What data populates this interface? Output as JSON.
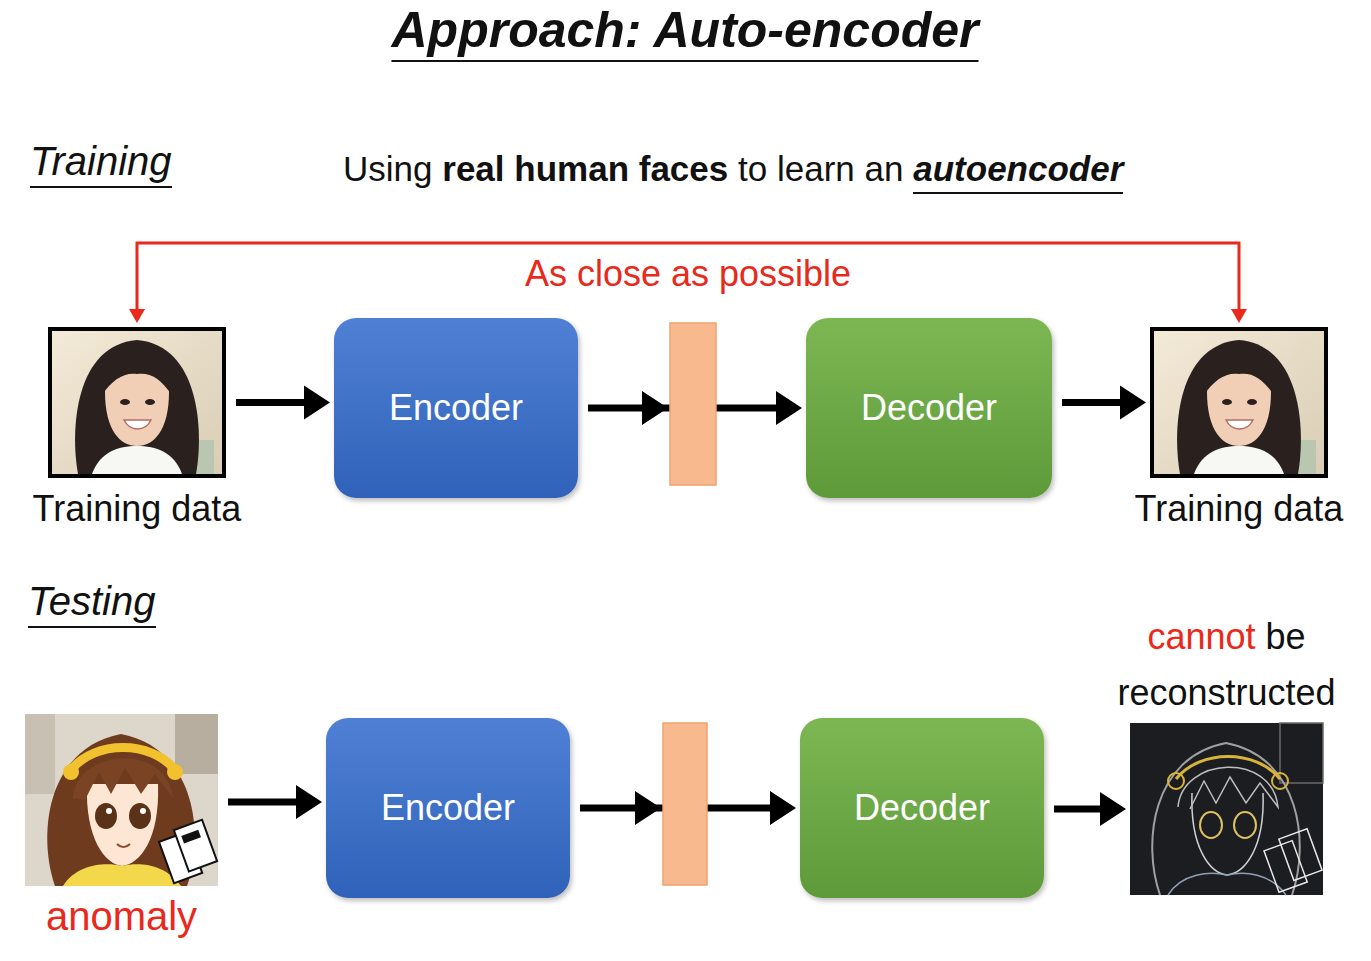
{
  "diagram": {
    "title": "Approach: Auto-encoder",
    "nodes": [
      {
        "text": [
          "Training data"
        ]
      },
      {
        "text": [
          "Encoder"
        ]
      },
      {
        "text": [
          "Decoder"
        ]
      },
      {
        "text": [
          "Training data"
        ]
      },
      {
        "text": [
          "anomaly"
        ]
      },
      {
        "text": [
          "Encoder"
        ]
      },
      {
        "text": [
          "Decoder"
        ]
      },
      {
        "text": [
          "cannot",
          "be reconstructed"
        ]
      }
    ],
    "edges": [
      {
        "from": 0,
        "to": 1,
        "arrow": "to"
      },
      {
        "from": 1,
        "to": 2,
        "arrow": "to"
      },
      {
        "from": 2,
        "to": 3,
        "arrow": "to"
      },
      {
        "from": 0,
        "to": 3,
        "arrow": "both",
        "label": "As close as possible"
      },
      {
        "from": 4,
        "to": 5,
        "arrow": "to"
      },
      {
        "from": 5,
        "to": 6,
        "arrow": "to"
      },
      {
        "from": 6,
        "to": 7,
        "arrow": "to"
      }
    ],
    "labels": [
      "Training",
      "Using",
      "real human faces",
      "to learn an",
      "autoencoder",
      "Testing"
    ]
  }
}
